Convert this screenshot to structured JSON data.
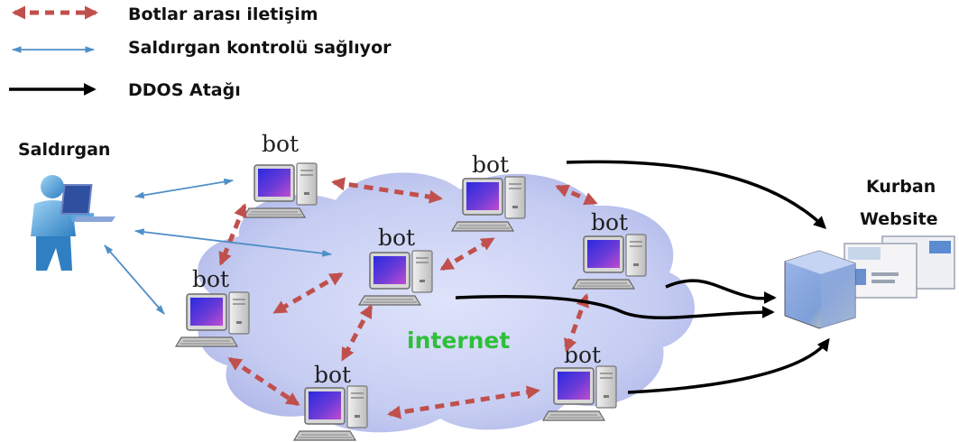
{
  "legend": {
    "bot_communication": "Botlar arası iletişim",
    "attacker_control": "Saldırgan kontrolü sağlıyor",
    "ddos_attack": "DDOS Atağı"
  },
  "attacker": {
    "label": "Saldırgan"
  },
  "victim": {
    "label_line1": "Kurban",
    "label_line2": "Website"
  },
  "cloud": {
    "label": "internet"
  },
  "bots": [
    {
      "label": "bot"
    },
    {
      "label": "bot"
    },
    {
      "label": "bot"
    },
    {
      "label": "bot"
    },
    {
      "label": "bot"
    },
    {
      "label": "bot"
    },
    {
      "label": "bot"
    }
  ],
  "colors": {
    "bot_link": "#c0504d",
    "control_link": "#4f8fc8",
    "attack_link": "#000000",
    "cloud": "#bcc4ee",
    "internet_text": "#2fbf3a"
  }
}
